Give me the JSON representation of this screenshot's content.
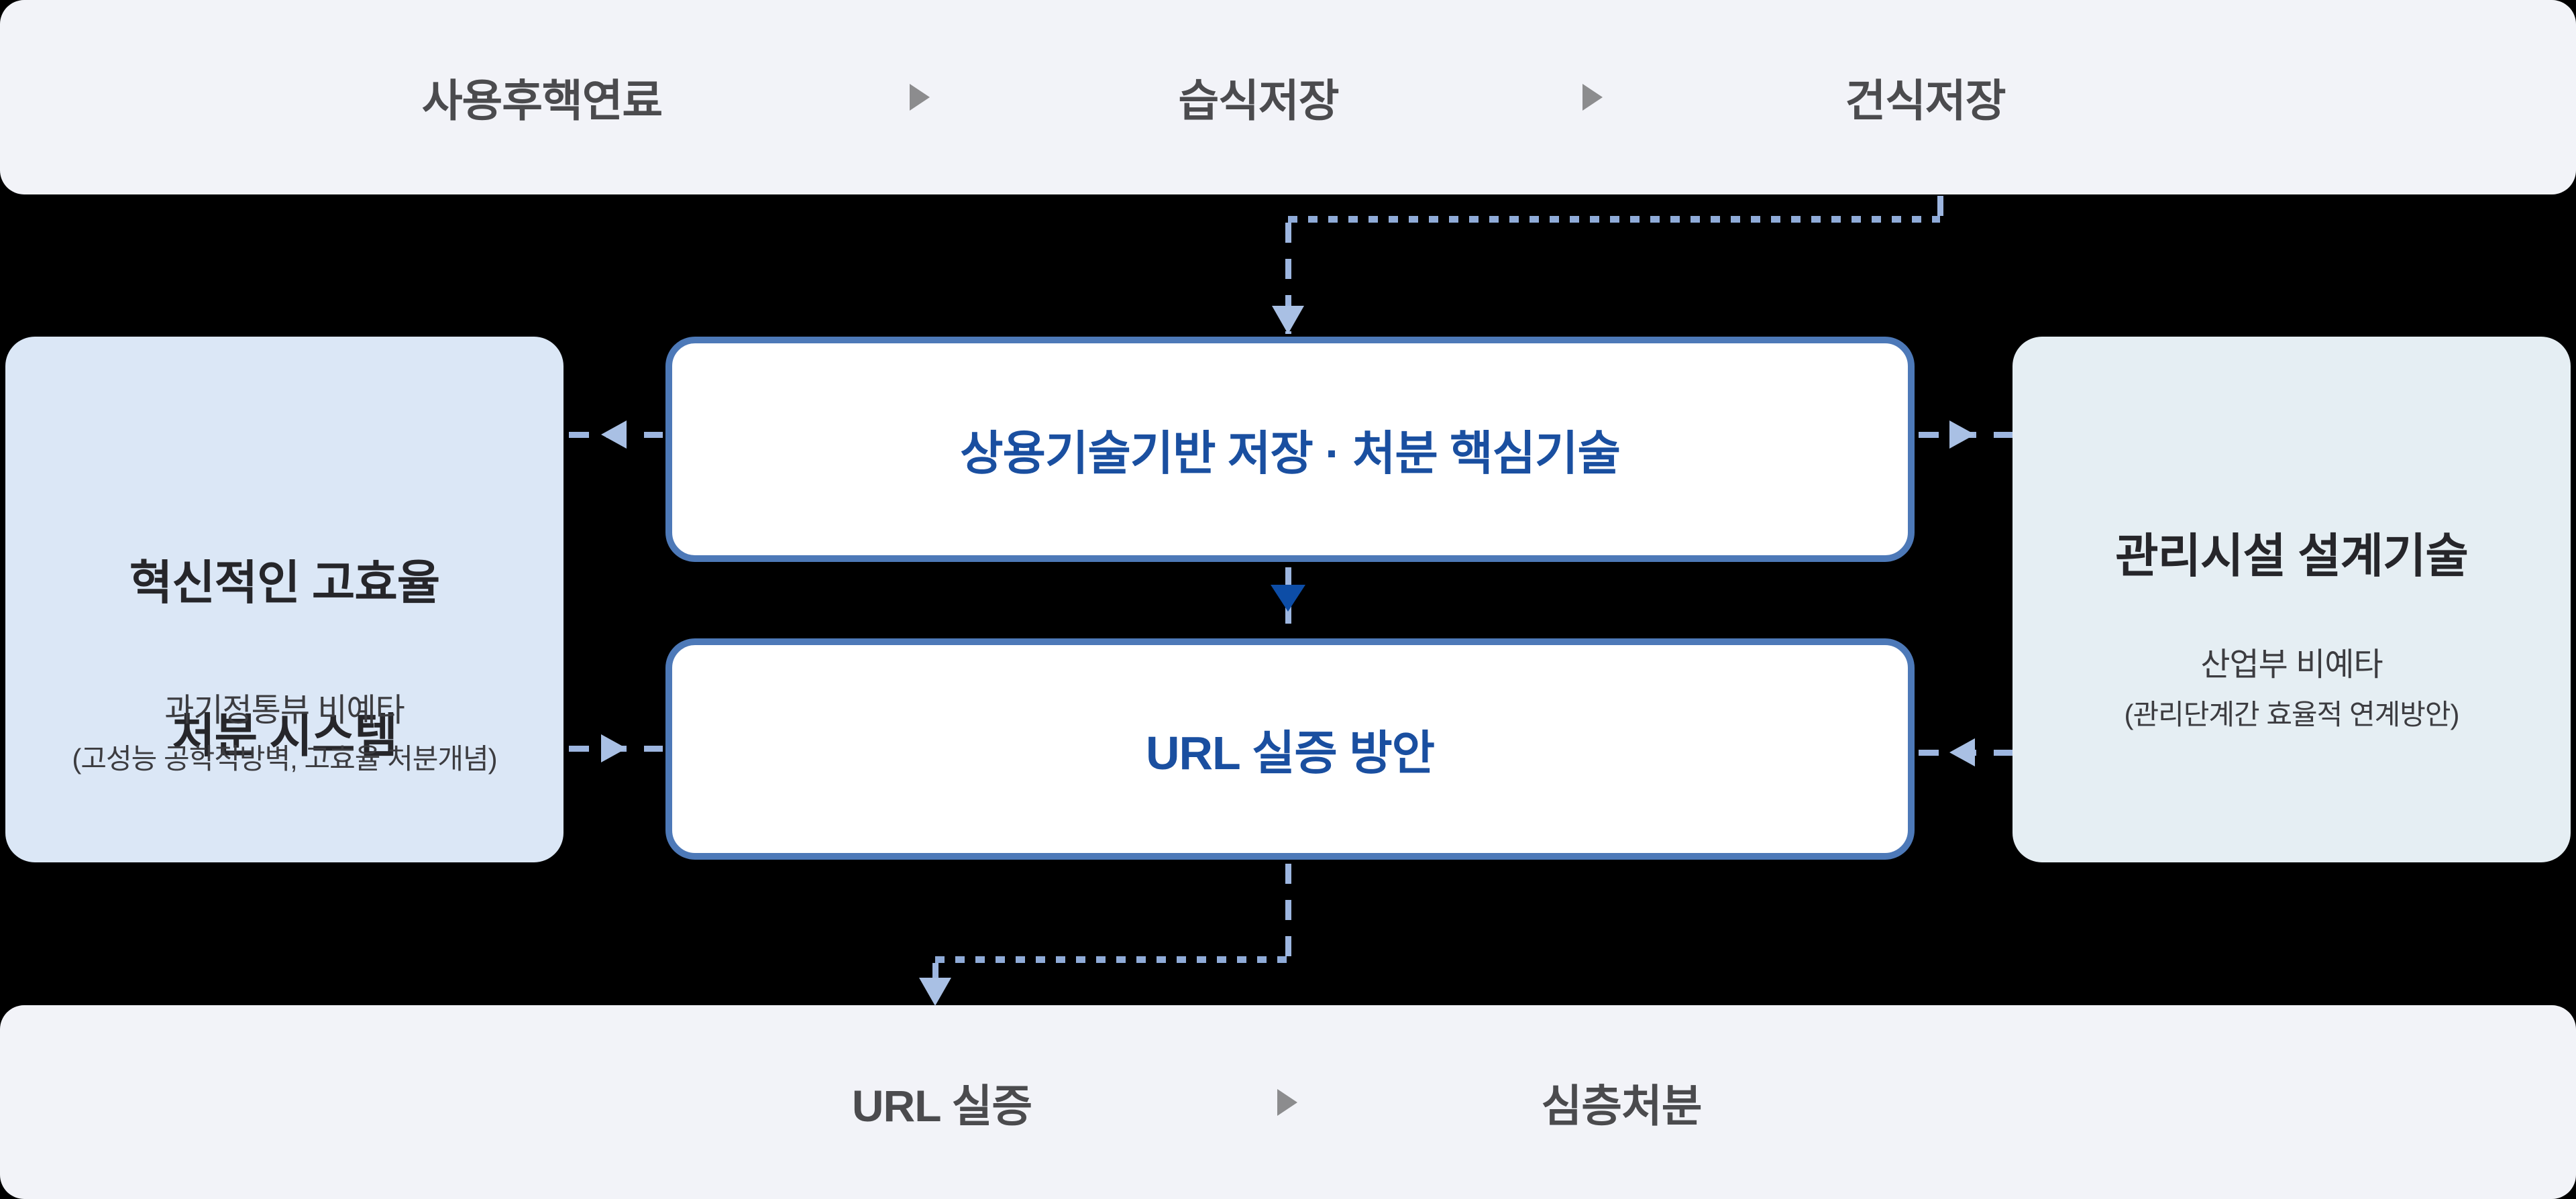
{
  "top_bar": {
    "items": [
      {
        "label": "사용후핵연료"
      },
      {
        "label": "습식저장"
      },
      {
        "label": "건식저장"
      }
    ]
  },
  "left_box": {
    "title_line1": "혁신적인 고효율",
    "title_line2": "처분 시스템",
    "subtitle": "과기정통부 비예타",
    "note": "(고성능 공학적방벽, 고효율 처분개념)"
  },
  "center_boxes": {
    "storage_label": "상용기술기반 저장 · 처분 핵심기술",
    "url_label": "URL 실증 방안"
  },
  "right_box": {
    "title": "관리시설 설계기술",
    "subtitle": "산업부 비예타",
    "note": "(관리단계간 효율적 연계방안)"
  },
  "bottom_bar": {
    "items": [
      {
        "label": "URL 실증"
      },
      {
        "label": "심층처분"
      }
    ]
  },
  "icons": {
    "bar_separator": "triangle-right-icon",
    "connector_arrowheads": [
      "arrow-down-icon",
      "arrow-left-icon",
      "arrow-right-icon"
    ]
  },
  "colors": {
    "page_background": "#000000",
    "bar_background": "#f2f3f8",
    "bar_text": "#4b4b4e",
    "bar_triangle": "#8c8c8e",
    "left_box_background": "#dbe7f6",
    "right_box_background": "#e5eef3",
    "side_box_text": "#26262a",
    "center_box_border": "#4d79b8",
    "center_box_background": "#ffffff",
    "center_box_text": "#1a4fa0",
    "connector_dash": "#9db6e0",
    "connector_dot": "#8fabd8",
    "arrowhead_light": "#a9c0e4",
    "arrowhead_navy": "#0d4da6"
  }
}
